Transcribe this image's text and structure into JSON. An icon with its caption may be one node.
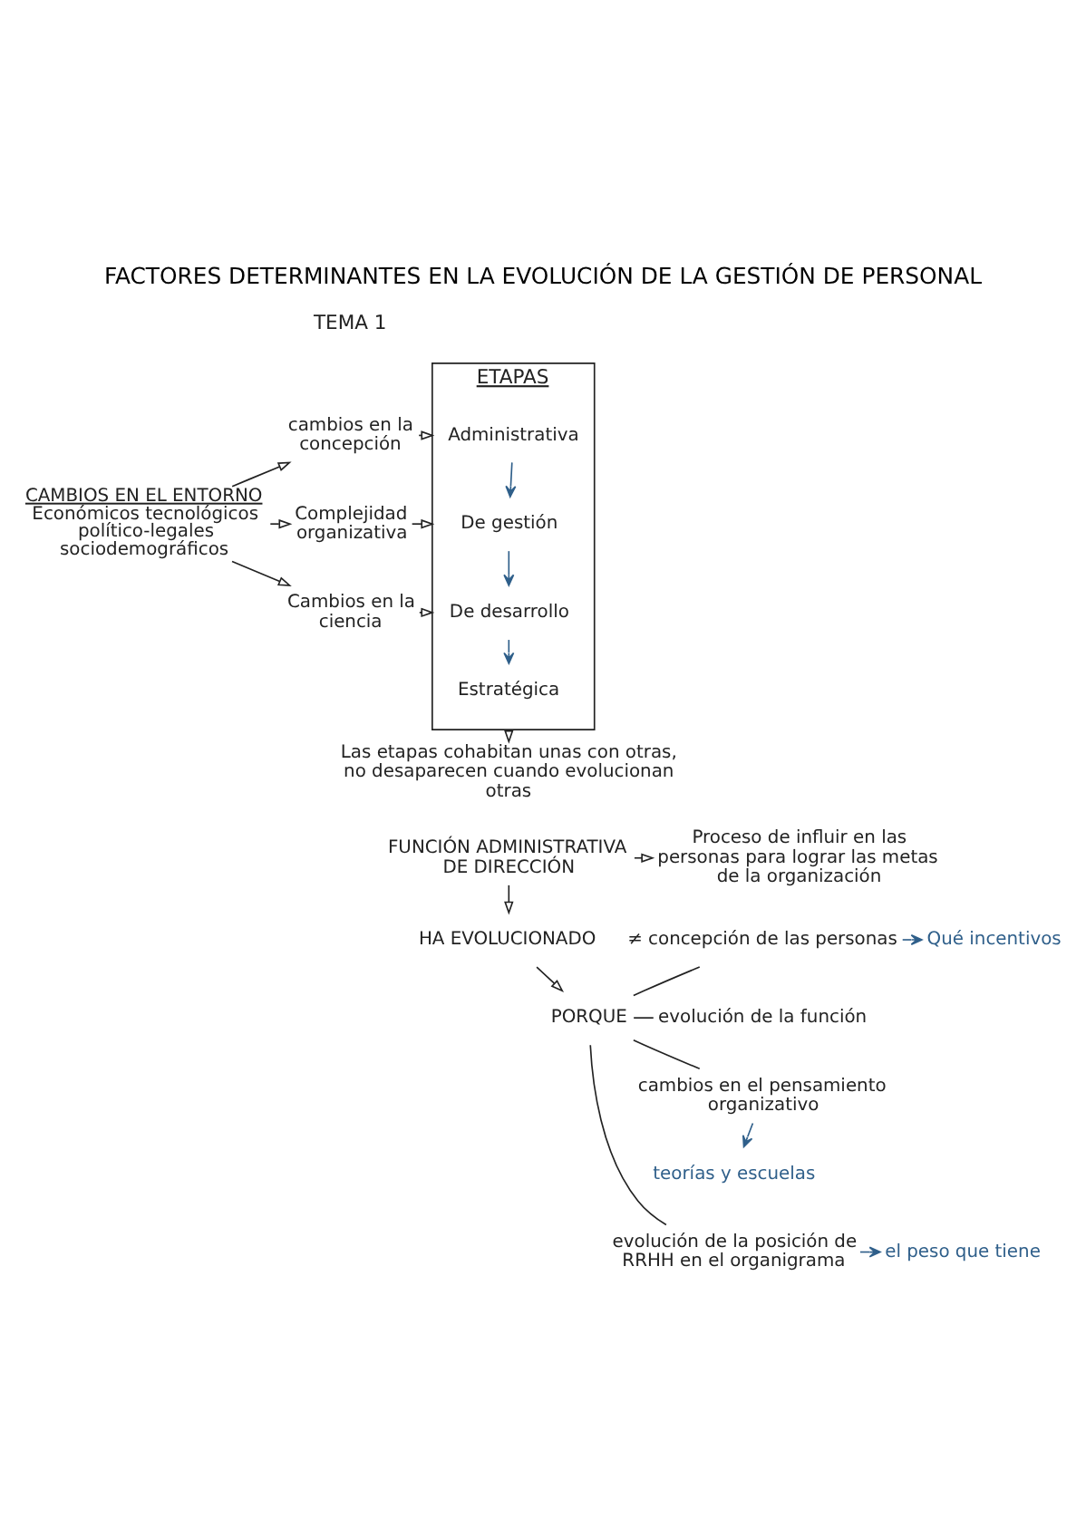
{
  "diagram": {
    "title": "FACTORES DETERMINANTES EN LA EVOLUCIÓN DE LA GESTIÓN DE PERSONAL",
    "nodes": [
      {
        "text": [
          "CAMBIOS EN EL ENTORNO",
          "Económicos tecnológicos político-legales sociodemográficos"
        ]
      },
      {
        "text": [
          "cambios en la concepción"
        ]
      },
      {
        "text": [
          "Complejidad organizativa"
        ]
      },
      {
        "text": [
          "Cambios en la ciencia"
        ]
      },
      {
        "text": [
          "ETAPAS"
        ]
      },
      {
        "text": [
          "Administrativa"
        ],
        "in": 4
      },
      {
        "text": [
          "De gestión"
        ],
        "in": 4
      },
      {
        "text": [
          "De desarrollo"
        ],
        "in": 4
      },
      {
        "text": [
          "Estratégica"
        ],
        "in": 4
      },
      {
        "text": [
          "Las etapas cohabitan unas con otras, no desaparecen cuando evolucionan otras"
        ]
      },
      {
        "text": [
          "FUNCIÓN ADMINISTRATIVA DE DIRECCIÓN"
        ]
      },
      {
        "text": [
          "Proceso de influir en las personas para lograr las metas de la organización"
        ]
      },
      {
        "text": [
          "HA EVOLUCIONADO"
        ]
      },
      {
        "text": [
          "PORQUE"
        ]
      },
      {
        "text": [
          "≠ concepción de las personas"
        ]
      },
      {
        "text": [
          "Qué incentivos"
        ]
      },
      {
        "text": [
          "evolución de la función"
        ]
      },
      {
        "text": [
          "cambios en el pensamiento organizativo"
        ]
      },
      {
        "text": [
          "teorías y escuelas"
        ]
      },
      {
        "text": [
          "evolución de la posición de RRHH en el organigrama"
        ]
      },
      {
        "text": [
          "el peso que tiene"
        ]
      }
    ],
    "edges": [
      {
        "from": 0,
        "to": 1,
        "arrow": "to"
      },
      {
        "from": 0,
        "to": 2,
        "arrow": "to"
      },
      {
        "from": 0,
        "to": 3,
        "arrow": "to"
      },
      {
        "from": 1,
        "to": 4,
        "arrow": "to"
      },
      {
        "from": 2,
        "to": 4,
        "arrow": "to"
      },
      {
        "from": 3,
        "to": 4,
        "arrow": "to"
      },
      {
        "from": 5,
        "to": 6,
        "arrow": "to",
        "color": "#2f5f8a"
      },
      {
        "from": 6,
        "to": 7,
        "arrow": "to",
        "color": "#2f5f8a"
      },
      {
        "from": 7,
        "to": 8,
        "arrow": "to",
        "color": "#2f5f8a"
      },
      {
        "from": 4,
        "to": 9,
        "arrow": "to"
      },
      {
        "from": 10,
        "to": 11,
        "arrow": "to"
      },
      {
        "from": 10,
        "to": 12,
        "arrow": "to"
      },
      {
        "from": 12,
        "to": 13,
        "arrow": "to"
      },
      {
        "from": 13,
        "to": 14,
        "arrow": "none"
      },
      {
        "from": 13,
        "to": 16,
        "arrow": "none"
      },
      {
        "from": 13,
        "to": 17,
        "arrow": "none"
      },
      {
        "from": 13,
        "to": 19,
        "arrow": "none"
      },
      {
        "from": 14,
        "to": 15,
        "arrow": "to",
        "color": "#2f5f8a"
      },
      {
        "from": 17,
        "to": 18,
        "arrow": "to",
        "color": "#2f5f8a"
      },
      {
        "from": 19,
        "to": 20,
        "arrow": "to",
        "color": "#2f5f8a"
      }
    ],
    "labels": [
      "TEMA 1"
    ]
  }
}
